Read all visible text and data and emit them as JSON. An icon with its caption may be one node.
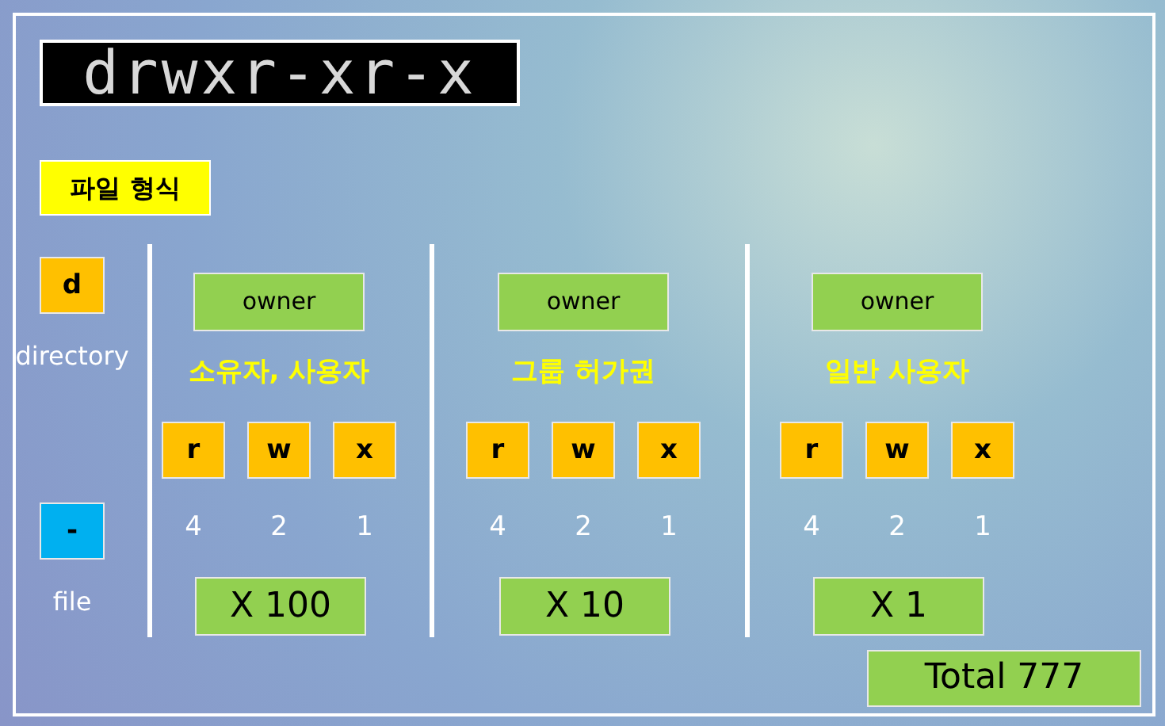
{
  "diagram": {
    "nodes": [
      {
        "text": [
          "drwxr-xr-x"
        ]
      },
      {
        "text": [
          "파일 형식"
        ]
      },
      {
        "text": [
          "d"
        ],
        "beside": [
          "directory"
        ]
      },
      {
        "text": [
          "-"
        ],
        "beside": [
          "file"
        ]
      },
      {
        "text": [
          "owner"
        ]
      },
      {
        "text": [
          "r"
        ]
      },
      {
        "text": [
          "w"
        ]
      },
      {
        "text": [
          "x"
        ]
      },
      {
        "text": [
          "X 100"
        ]
      },
      {
        "text": [
          "owner"
        ]
      },
      {
        "text": [
          "r"
        ]
      },
      {
        "text": [
          "w"
        ]
      },
      {
        "text": [
          "x"
        ]
      },
      {
        "text": [
          "X 10"
        ]
      },
      {
        "text": [
          "owner"
        ]
      },
      {
        "text": [
          "r"
        ]
      },
      {
        "text": [
          "w"
        ]
      },
      {
        "text": [
          "x"
        ]
      },
      {
        "text": [
          "X 1"
        ]
      },
      {
        "text": [
          "Total 777"
        ]
      }
    ],
    "labels": [
      "소유자, 사용자",
      "4",
      "2",
      "1",
      "그룹 허가권",
      "4",
      "2",
      "1",
      "일반 사용자",
      "4",
      "2",
      "1"
    ]
  }
}
